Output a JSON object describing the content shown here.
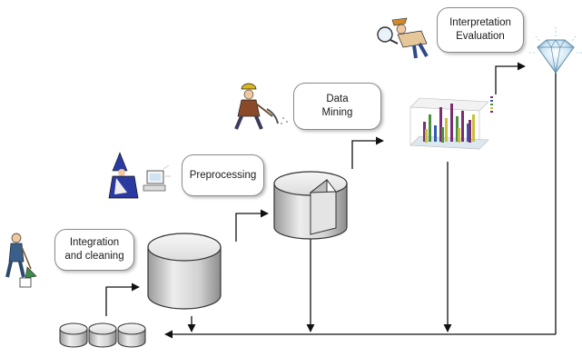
{
  "stages": [
    {
      "id": "integration",
      "label": "Integration\nand cleaning",
      "figure": "worker-with-broom"
    },
    {
      "id": "preprocessing",
      "label": "Preprocessing",
      "figure": "wizard-at-computer"
    },
    {
      "id": "mining",
      "label": "Data\nMining",
      "figure": "miner-with-pickaxe"
    },
    {
      "id": "interpretation",
      "label": "Interpretation\nEvaluation",
      "figure": "detective-with-magnifier"
    }
  ],
  "stores": [
    "source-databases",
    "data-warehouse",
    "prepared-data",
    "patterns-chart",
    "knowledge-diamond"
  ],
  "colors": {
    "line": "#111111",
    "cylinder_side": "#d0d0d0",
    "cylinder_top": "#ececec",
    "label_border": "#8a8a8a"
  }
}
